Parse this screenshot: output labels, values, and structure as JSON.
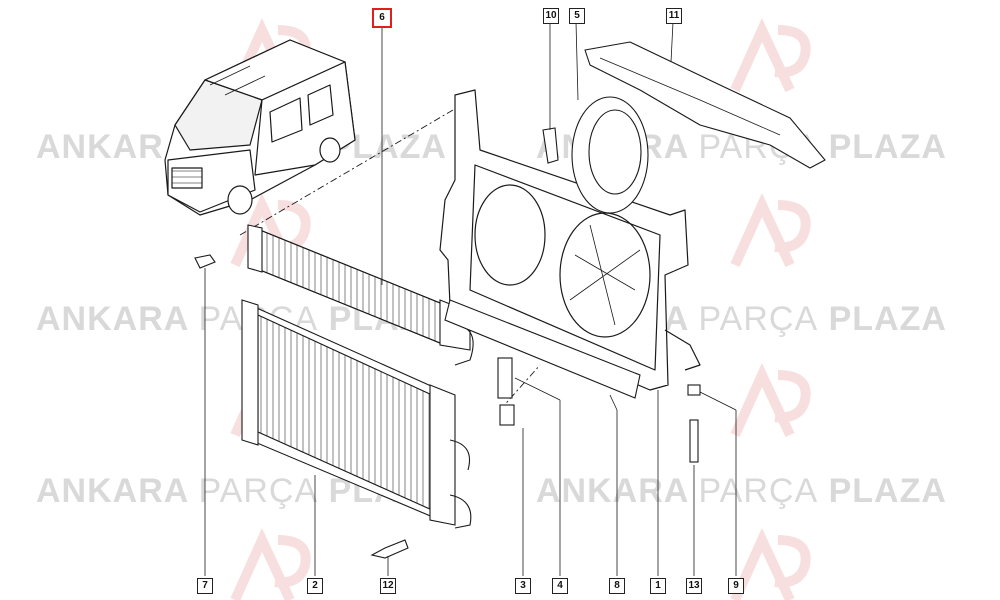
{
  "watermark": {
    "brand_bold_1": "ANKARA",
    "brand_thin": "PARÇA",
    "brand_bold_2": "PLAZA",
    "logo_letters": "AP"
  },
  "callouts": [
    {
      "id": "6",
      "highlight": true
    },
    {
      "id": "10"
    },
    {
      "id": "5"
    },
    {
      "id": "11"
    },
    {
      "id": "7"
    },
    {
      "id": "2"
    },
    {
      "id": "12"
    },
    {
      "id": "3"
    },
    {
      "id": "4"
    },
    {
      "id": "8"
    },
    {
      "id": "1"
    },
    {
      "id": "13"
    },
    {
      "id": "9"
    }
  ],
  "colors": {
    "line": "#1a1a1a",
    "highlight": "#e02020",
    "watermark": "#d9d9d9"
  }
}
